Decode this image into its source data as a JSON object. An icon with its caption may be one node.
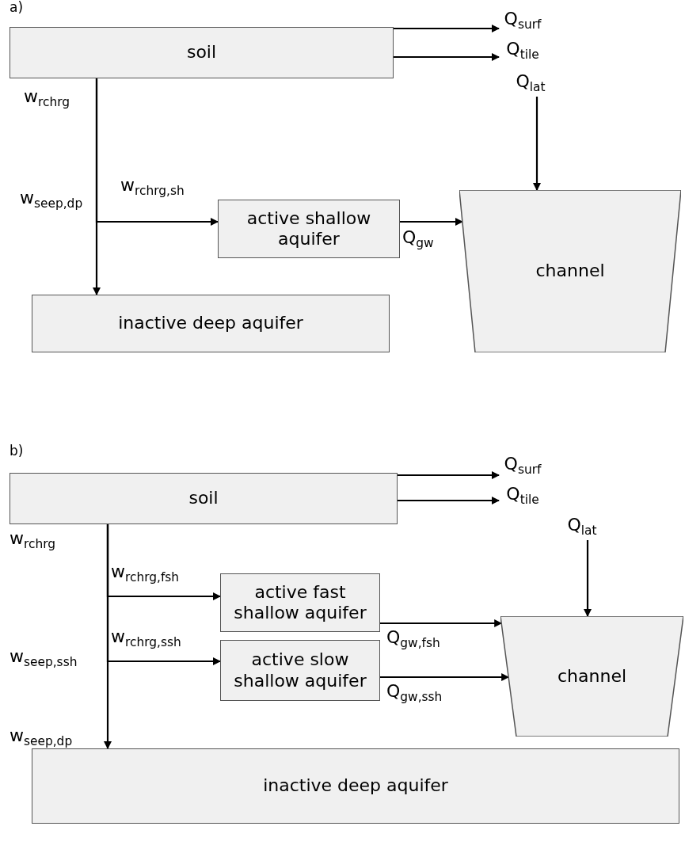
{
  "diagram": {
    "nodes": [
      {
        "text": [
          "soil"
        ]
      },
      {
        "text": [
          "Q$_{surf}$"
        ]
      },
      {
        "text": [
          "Q$_{tile}$"
        ]
      },
      {
        "text": [
          "Q$_{lat}$"
        ]
      },
      {
        "text": [
          "active shallow aquifer"
        ]
      },
      {
        "text": [
          "channel"
        ]
      },
      {
        "text": [
          "inactive deep aquifer"
        ]
      },
      {
        "text": [
          "soil"
        ]
      },
      {
        "text": [
          "Q$_{surf}$"
        ]
      },
      {
        "text": [
          "Q$_{tile}$"
        ]
      },
      {
        "text": [
          "Q$_{lat}$"
        ]
      },
      {
        "text": [
          "active fast shallow aquifer"
        ]
      },
      {
        "text": [
          "active slow shallow aquifer"
        ]
      },
      {
        "text": [
          "channel"
        ]
      },
      {
        "text": [
          "inactive deep aquifer"
        ]
      }
    ],
    "edges": [
      {
        "from": 0,
        "to": 1,
        "arrow": "to"
      },
      {
        "from": 0,
        "to": 2,
        "arrow": "to"
      },
      {
        "from": 3,
        "to": 5,
        "arrow": "to"
      },
      {
        "from": 0,
        "to": 4,
        "arrow": "to",
        "label": "w$_{rchrg,sh}$"
      },
      {
        "from": 0,
        "to": 6,
        "arrow": "to",
        "label": "w$_{seep,dp}$"
      },
      {
        "from": 4,
        "to": 5,
        "arrow": "to",
        "label": "Q$_{gw}$"
      },
      {
        "from": 7,
        "to": 8,
        "arrow": "to"
      },
      {
        "from": 7,
        "to": 9,
        "arrow": "to"
      },
      {
        "from": 10,
        "to": 13,
        "arrow": "to"
      },
      {
        "from": 7,
        "to": 11,
        "arrow": "to",
        "label": "w$_{rchrg,fsh}$"
      },
      {
        "from": 7,
        "to": 12,
        "arrow": "to",
        "label": "w$_{rchrg,ssh}$"
      },
      {
        "from": 7,
        "to": 14,
        "arrow": "to",
        "label": "w$_{seep,dp}$"
      },
      {
        "from": 11,
        "to": 13,
        "arrow": "to",
        "label": "Q$_{gw,fsh}$"
      },
      {
        "from": 12,
        "to": 13,
        "arrow": "to",
        "label": "Q$_{gw,ssh}$"
      }
    ],
    "labels": [
      "a)",
      "w$_{rchrg}$",
      "b)",
      "w$_{rchrg}$",
      "w$_{seep,ssh}$"
    ]
  }
}
